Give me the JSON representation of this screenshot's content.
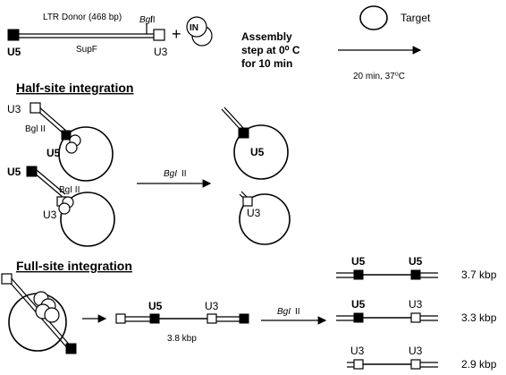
{
  "header": {
    "donor_label": "LTR Donor (468 bp)",
    "bgl_top": "Bgl",
    "bgl_top_suffix": "II",
    "supf": "SupF",
    "u5": "U5",
    "u3": "U3",
    "plus": "+",
    "in_label": "IN",
    "assembly_lines": [
      "Assembly",
      "step at 0⁰ C",
      "for 10 min"
    ],
    "target": "Target",
    "condition": "20 min, 37⁰C"
  },
  "half_site": {
    "title": "Half-site integration",
    "bgl_a": "Bgl II",
    "bgl_b": "BgI II",
    "u3": "U3",
    "u5": "U5",
    "arrow_label_a": "BgI",
    "arrow_label_b": "II"
  },
  "full_site": {
    "title": "Full-site integration",
    "u5": "U5",
    "u3": "U3",
    "size_mid": "3.8 kbp",
    "arrow_label_a": "BgI",
    "arrow_label_b": "II",
    "products": [
      {
        "left": "U5",
        "right": "U5",
        "size": "3.7 kbp"
      },
      {
        "left": "U5",
        "right": "U3",
        "size": "3.3 kbp"
      },
      {
        "left": "U3",
        "right": "U3",
        "size": "2.9 kbp"
      }
    ]
  }
}
